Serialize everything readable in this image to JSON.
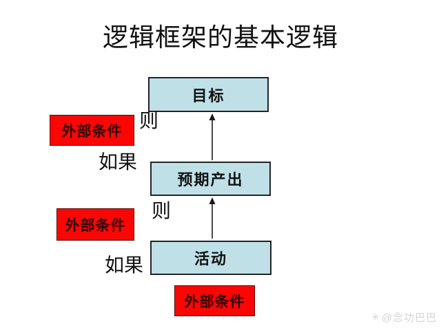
{
  "title": "逻辑框架的基本逻辑",
  "diagram": {
    "boxes": [
      {
        "id": "goal",
        "label": "目标"
      },
      {
        "id": "expected-output",
        "label": "预期产出"
      },
      {
        "id": "activity",
        "label": "活动"
      }
    ],
    "condition_boxes": [
      {
        "id": "external-condition-1",
        "label": "外部条件"
      },
      {
        "id": "external-condition-2",
        "label": "外部条件"
      },
      {
        "id": "external-condition-3",
        "label": "外部条件"
      }
    ],
    "connector_labels": [
      {
        "id": "then-1",
        "text": "则"
      },
      {
        "id": "if-1",
        "text": "如果"
      },
      {
        "id": "then-2",
        "text": "则"
      },
      {
        "id": "if-2",
        "text": "如果"
      }
    ],
    "arrows": [
      {
        "id": "arrow-output-to-goal",
        "direction": "up"
      },
      {
        "id": "arrow-activity-to-output",
        "direction": "up"
      }
    ]
  },
  "colors": {
    "box_fill": "#bfe0e7",
    "box_border": "#222222",
    "condition_fill": "#fb0604",
    "condition_text": "#2d0000",
    "text": "#111111",
    "arrow": "#1a1a1a",
    "watermark": "#d4d4d4",
    "background": "#ffffff"
  },
  "watermark": {
    "icon": "✳",
    "handle": "@念功巴巴"
  }
}
